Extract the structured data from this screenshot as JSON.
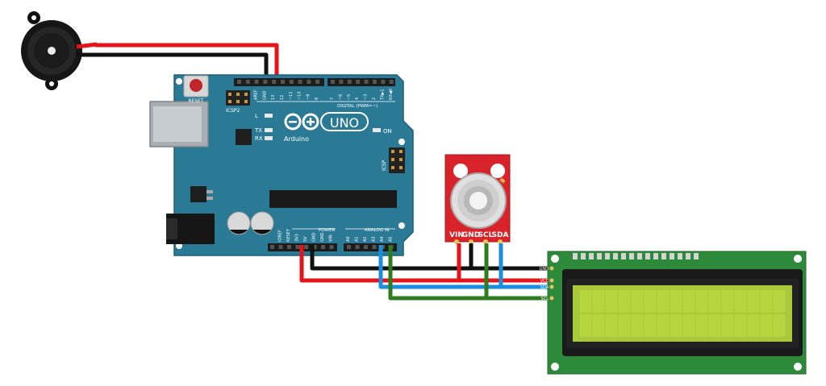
{
  "colors": {
    "board": "#2a7a96",
    "board_dark": "#1f5f76",
    "sensor_board": "#d8232a",
    "lcd_pcb": "#2c8a3a",
    "lcd_screen": "#a9c93a",
    "wire_red": "#e4141b",
    "wire_black": "#111111",
    "wire_blue": "#1a8fe0",
    "wire_green": "#2d7d1e"
  },
  "arduino": {
    "logo_infinity": "∞",
    "model": "UNO",
    "brand": "Arduino",
    "reset_label": "RESET",
    "icsp2_label": "ICSP2",
    "icsp_label": "ICSP",
    "digital_label": "DIGITAL (PWM=~)",
    "power_label": "POWER",
    "analog_label": "ANALOG IN",
    "led_l": "L",
    "led_tx": "TX",
    "led_rx": "RX",
    "led_on": "ON",
    "top_header_pins": [
      "AREF",
      "GND",
      "13",
      "12",
      "~11",
      "~10",
      "~9",
      "8",
      "7",
      "~6",
      "~5",
      "4",
      "~3",
      "2",
      "TX▶1",
      "RX◀0"
    ],
    "power_pins": [
      "IOREF",
      "RESET",
      "3V3",
      "5V",
      "GND",
      "GND",
      "VIN"
    ],
    "analog_pins": [
      "A0",
      "A1",
      "A2",
      "A3",
      "A4",
      "A5"
    ]
  },
  "sensor": {
    "pins": [
      "VIN",
      "GND",
      "SCL",
      "SDA"
    ]
  },
  "lcd": {
    "pins": [
      "GND",
      "VCC",
      "SDA",
      "SCL"
    ],
    "cols": 16,
    "rows": 2
  },
  "buzzer": {
    "icon": "buzzer-icon"
  }
}
